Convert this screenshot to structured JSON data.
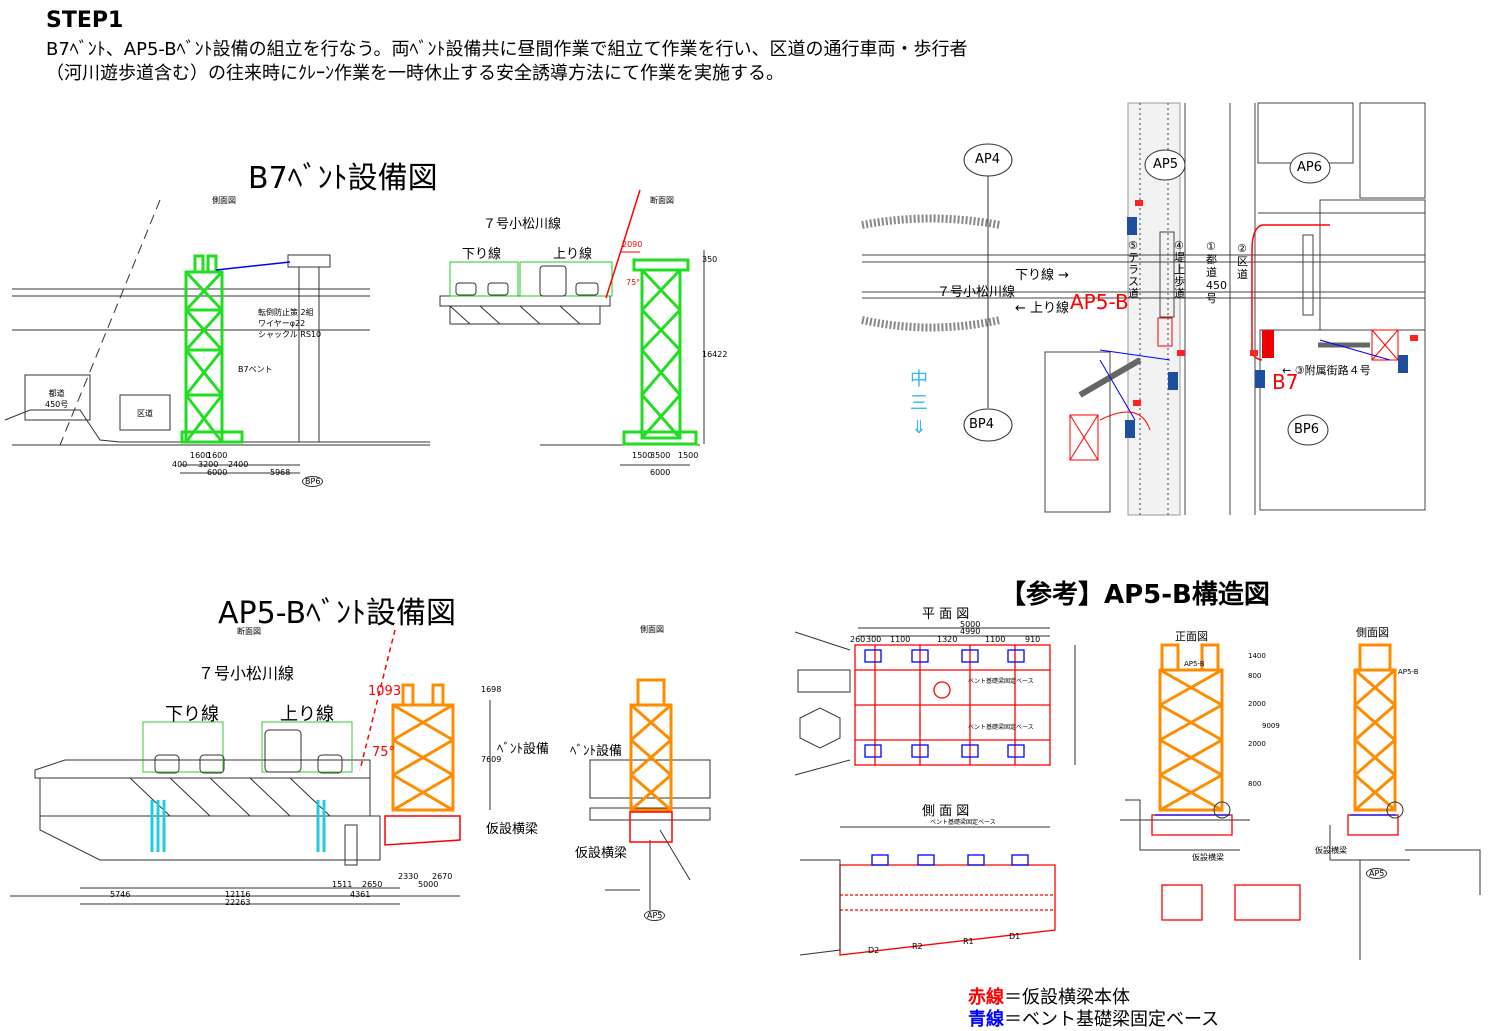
{
  "header": {
    "step": "STEP1",
    "description": "B7ﾍﾞﾝﾄ、AP5-Bﾍﾞﾝﾄ設備の組立を行なう。両ﾍﾞﾝﾄ設備共に昼間作業で組立て作業を行い、区道の通行車両・歩行者（河川遊歩道含む）の往来時にｸﾚｰﾝ作業を一時休止する安全誘導方法にて作業を実施する。"
  },
  "b7": {
    "title": "B7ﾍﾞﾝﾄ設備図",
    "side_view": "側面図",
    "section_view": "断面図",
    "route": "７号小松川線",
    "down_line": "下り線",
    "up_line": "上り線",
    "road1": "都道\n450号",
    "road2": "区道",
    "bent_label": "B7ベント",
    "wire_label": "転倒防止策 2組\nワイヤーφ22\nシャックル RS10",
    "dim_2090": "2090",
    "dim_350": "350",
    "dim_16422": "16422",
    "dim_75": "75°",
    "dims_side": [
      "1600",
      "1600",
      "3200",
      "2400",
      "6000",
      "5968",
      "400"
    ],
    "dims_sec": [
      "1500",
      "3500",
      "1500",
      "6000"
    ],
    "marker": "BP6"
  },
  "map": {
    "labels": {
      "ap4": "AP4",
      "ap5": "AP5",
      "ap6": "AP6",
      "bp4": "BP4",
      "bp6": "BP6",
      "down_line": "下り線 →",
      "up_line": "← 上り線",
      "route": "７号小松川線",
      "ap5b": "AP5-B",
      "b7": "B7",
      "terrace": "⑤テラス道",
      "levee": "④堤上歩道",
      "metro": "①都道450号",
      "ward": "②区道",
      "street": "← ③附属街路４号",
      "north_glyph": "中\n三\n⇓"
    }
  },
  "ap5b": {
    "title": "AP5-Bﾍﾞﾝﾄ設備図",
    "section_view": "断面図",
    "side_view": "側面図",
    "route": "７号小松川線",
    "down_line": "下り線",
    "up_line": "上り線",
    "bent_label": "ﾍﾞﾝﾄ設備",
    "beam_label": "仮設横梁",
    "dim_1093": "1093",
    "dim_1698": "1698",
    "dim_7609": "7609",
    "dim_75": "75°",
    "dims": [
      "5746",
      "12116",
      "4361",
      "22263",
      "1511",
      "2650",
      "2330",
      "2670",
      "5000"
    ],
    "marker": "AP5"
  },
  "ref": {
    "title": "【参考】AP5-B構造図",
    "plan": "平 面 図",
    "side": "側 面 図",
    "front": "正面図",
    "side2": "側面図",
    "base_label": "ベント基礎梁固定ベース",
    "beam_label": "仮設横梁",
    "piers": [
      "D2",
      "R2",
      "R1",
      "D1"
    ],
    "dims_plan": [
      "5000",
      "4990",
      "260",
      "300",
      "1100",
      "1320",
      "1100",
      "910"
    ],
    "front_label": "AP5-B",
    "front_dims": [
      "1400",
      "800",
      "2000",
      "2000",
      "800",
      "9009"
    ]
  },
  "legend": {
    "red_word": "赤線",
    "red_text": "＝仮設横梁本体",
    "blue_word": "青線",
    "blue_text": "＝ベント基礎梁固定ベース",
    "red_color": "#ff0000",
    "blue_color": "#0000ff"
  },
  "colors": {
    "bent_green": "#22dd22",
    "bent_orange": "#ff8c00",
    "red": "#ff0000",
    "blue": "#0000ff"
  }
}
